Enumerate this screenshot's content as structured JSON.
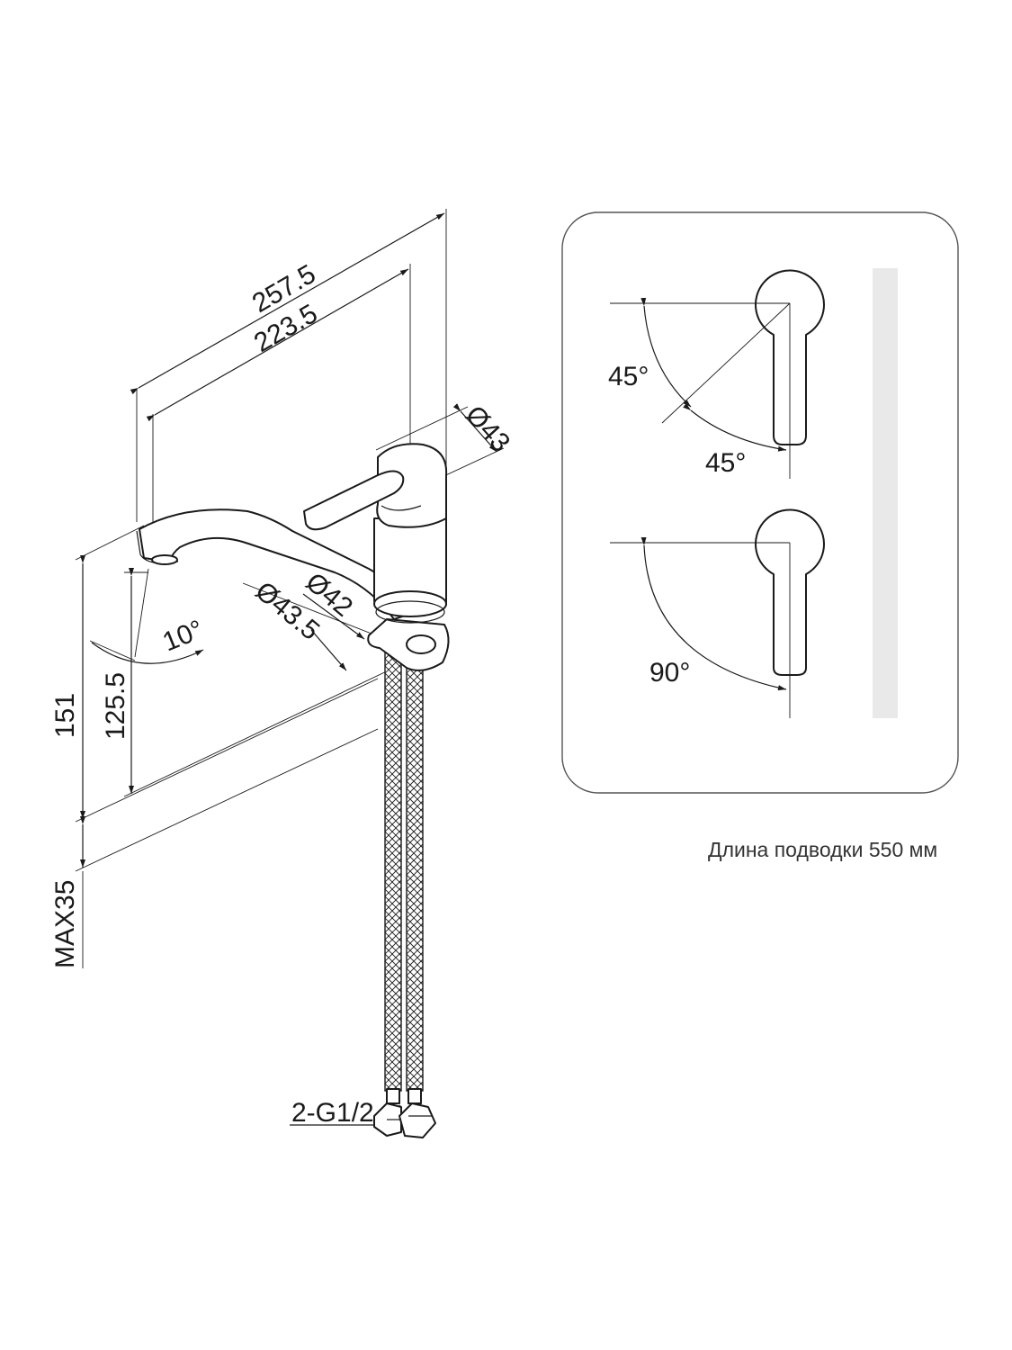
{
  "dimensions": {
    "overall_length": "257.5",
    "spout_reach": "223.5",
    "handle_diameter": "Ø43",
    "body_diameter": "Ø42",
    "base_diameter": "Ø43.5",
    "spout_angle": "10°",
    "total_height": "151",
    "spout_height": "125.5",
    "max_counter_thickness": "MAX35",
    "connection": "2-G1/2"
  },
  "rotation_panel": {
    "angle_top_vertical": "45°",
    "angle_top_horizontal": "45°",
    "angle_bottom": "90°"
  },
  "note": "Длина подводки 550 мм"
}
